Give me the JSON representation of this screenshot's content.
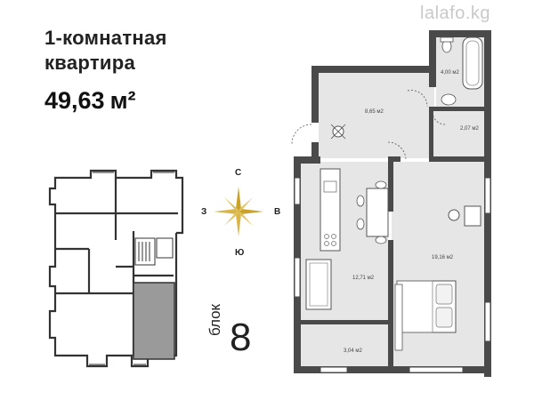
{
  "header": {
    "title_line1": "1-комнатная",
    "title_line2": "квартира",
    "area_value": "49,63",
    "area_unit": "м²"
  },
  "watermark": "lalafo.kg",
  "block": {
    "label": "блок",
    "number": "8"
  },
  "compass": {
    "north": "С",
    "south": "Ю",
    "west": "З",
    "east": "В",
    "accent_color": "#c9a227"
  },
  "rooms": [
    {
      "id": "hall",
      "area": "8,65 м2"
    },
    {
      "id": "bath",
      "area": "4,00 м2"
    },
    {
      "id": "storage",
      "area": "2,07 м2"
    },
    {
      "id": "kitchen",
      "area": "12,71 м2"
    },
    {
      "id": "bedroom",
      "area": "19,16 м2"
    },
    {
      "id": "balcony",
      "area": "3,04 м2"
    }
  ],
  "colors": {
    "wall": "#4a4a4a",
    "floor": "#e8e8e8",
    "highlight": "#9a9a9a"
  }
}
